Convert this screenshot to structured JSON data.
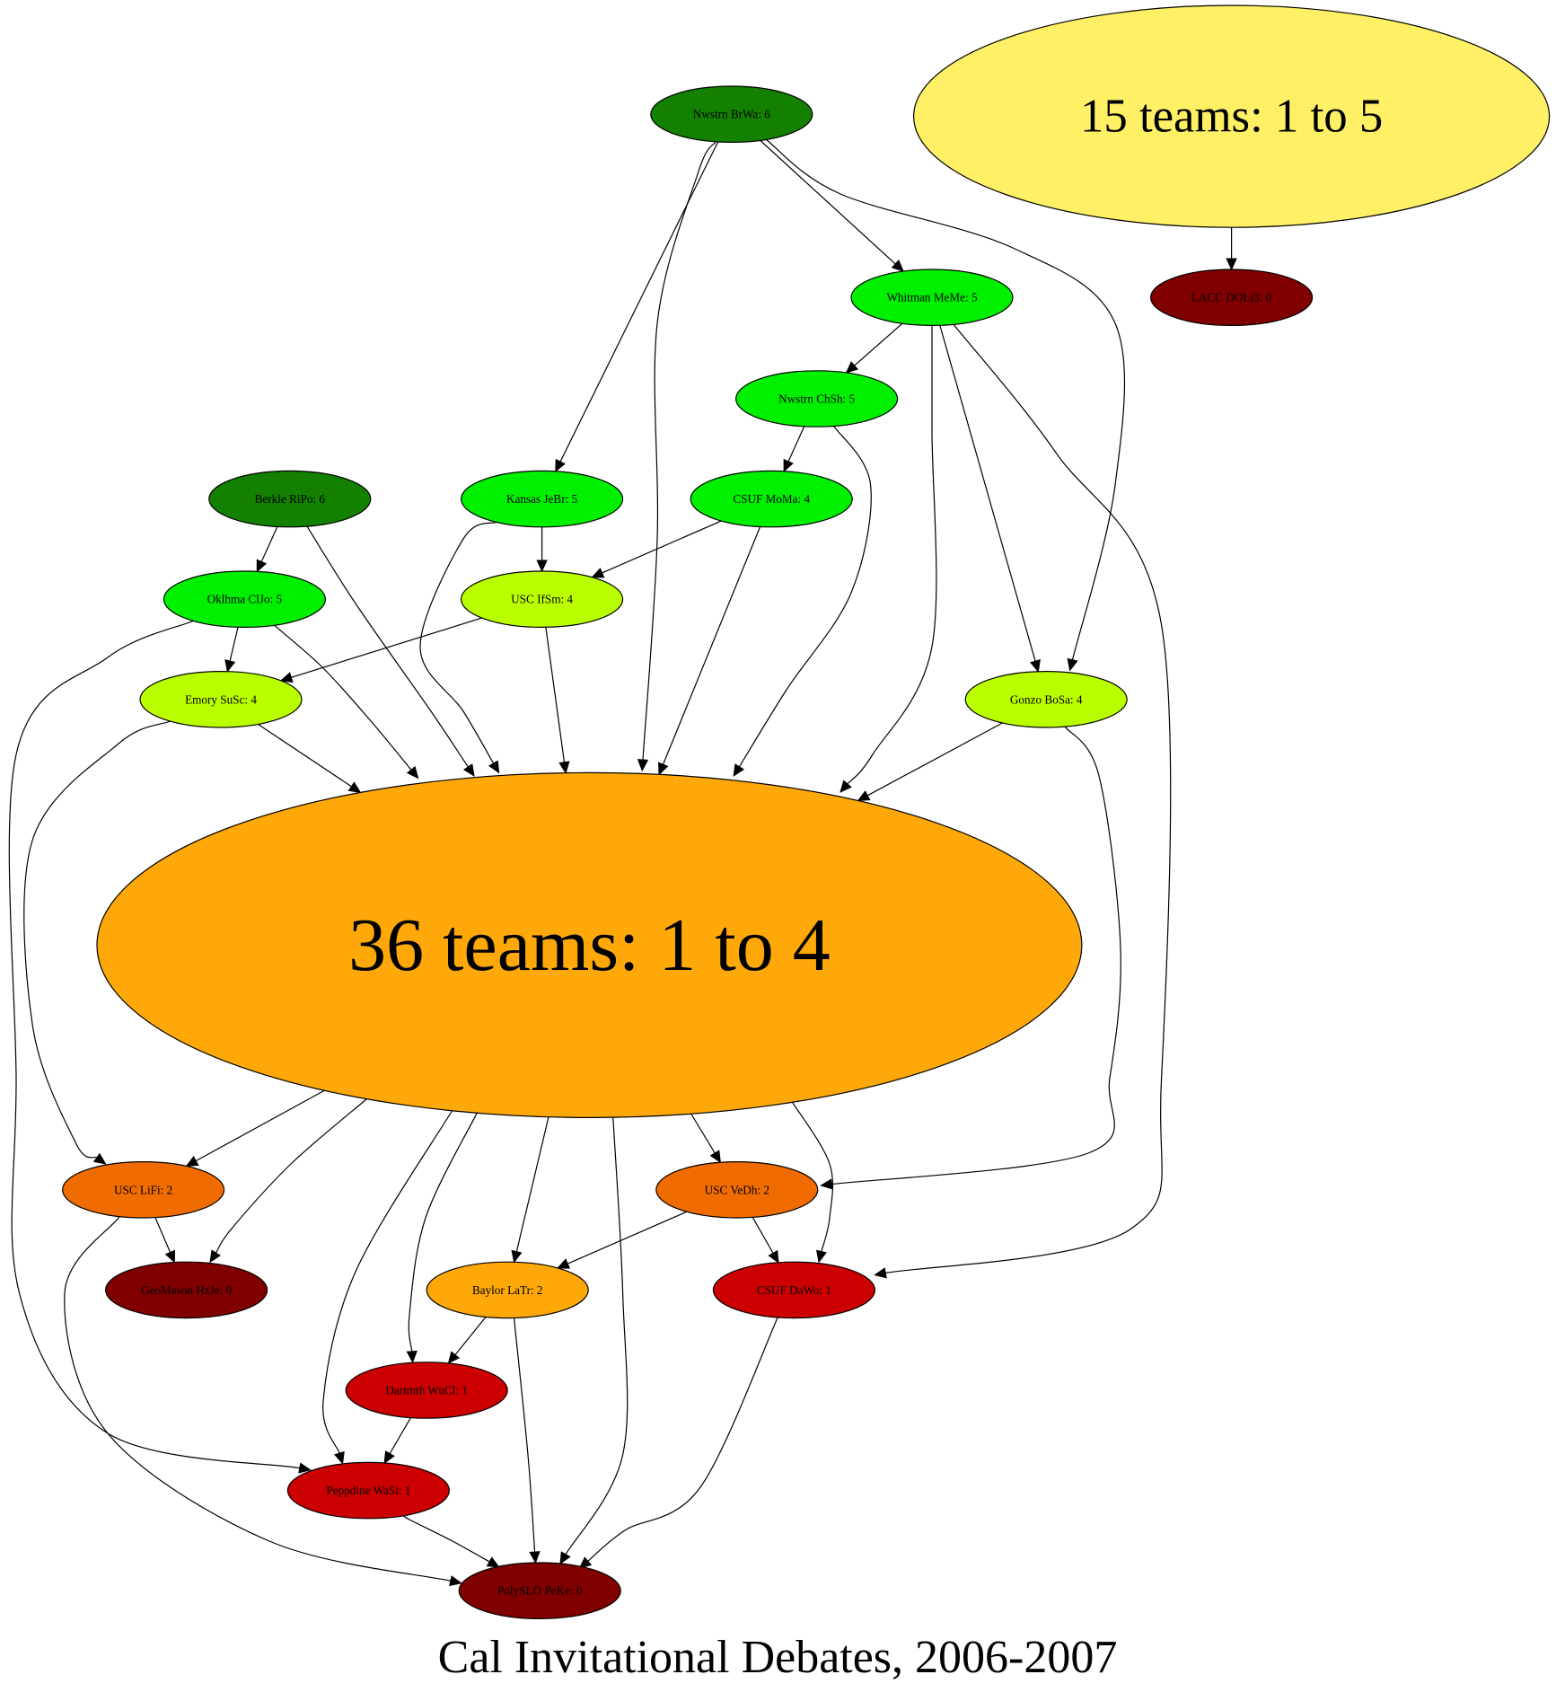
{
  "caption": "Cal Invitational Debates, 2006-2007",
  "colors": {
    "dark_green": "#138000",
    "green": "#00f000",
    "yellow_green": "#baff00",
    "yellow": "#fff066",
    "orange": "#ffa80a",
    "dark_orange": "#f06c00",
    "red": "#cc0000",
    "dark_red": "#800000"
  },
  "nodes": {
    "nwstrn_brwa": {
      "label": "Nwstrn BrWa: 6",
      "fill": "#138000"
    },
    "teams15": {
      "label": "15 teams: 1 to 5",
      "fill": "#fff066"
    },
    "whitman_meme": {
      "label": "Whitman MeMe: 5",
      "fill": "#00f000"
    },
    "laccd_doli": {
      "label": "LACC DOLi3: 0",
      "fill": "#800000"
    },
    "nwstrn_chsh": {
      "label": "Nwstrn ChSh: 5",
      "fill": "#00f000"
    },
    "berkle_ripo": {
      "label": "Berkle RiPo: 6",
      "fill": "#138000"
    },
    "kansas_jebr": {
      "label": "Kansas JeBr: 5",
      "fill": "#00f000"
    },
    "csuf_moma": {
      "label": "CSUF MoMa: 4",
      "fill": "#00f000"
    },
    "oklhma_cljo": {
      "label": "Oklhma ClJo: 5",
      "fill": "#00f000"
    },
    "usc_ifsm": {
      "label": "USC IfSm: 4",
      "fill": "#baff00"
    },
    "emory_susc": {
      "label": "Emory SuSc: 4",
      "fill": "#baff00"
    },
    "gonzo_bosa": {
      "label": "Gonzo BoSa: 4",
      "fill": "#baff00"
    },
    "teams36": {
      "label": "36 teams: 1 to 4",
      "fill": "#ffa80a"
    },
    "usc_lifi": {
      "label": "USC LiFi: 2",
      "fill": "#f06c00"
    },
    "usc_vedh": {
      "label": "USC VeDh: 2",
      "fill": "#f06c00"
    },
    "geomason_hzle": {
      "label": "GeoMason HzJe: 0",
      "fill": "#800000"
    },
    "baylor_latr": {
      "label": "Baylor LaTr: 2",
      "fill": "#ffa80a"
    },
    "csuf_dawo": {
      "label": "CSUF DaWo: 1",
      "fill": "#cc0000"
    },
    "dartmth_wucl": {
      "label": "Dartmth WuCl: 1",
      "fill": "#cc0000"
    },
    "peppdine_wasi": {
      "label": "Peppdine WaSi: 1",
      "fill": "#cc0000"
    },
    "polyslo_peke": {
      "label": "PolySLO PeKe: 0",
      "fill": "#800000"
    }
  },
  "edges": [
    [
      "nwstrn_brwa",
      "kansas_jebr"
    ],
    [
      "nwstrn_brwa",
      "teams36"
    ],
    [
      "nwstrn_brwa",
      "whitman_meme"
    ],
    [
      "nwstrn_brwa",
      "gonzo_bosa"
    ],
    [
      "teams15",
      "laccd_doli"
    ],
    [
      "whitman_meme",
      "nwstrn_chsh"
    ],
    [
      "whitman_meme",
      "teams36"
    ],
    [
      "whitman_meme",
      "gonzo_bosa"
    ],
    [
      "whitman_meme",
      "csuf_dawo"
    ],
    [
      "nwstrn_chsh",
      "csuf_moma"
    ],
    [
      "nwstrn_chsh",
      "teams36"
    ],
    [
      "berkle_ripo",
      "oklhma_cljo"
    ],
    [
      "berkle_ripo",
      "teams36"
    ],
    [
      "kansas_jebr",
      "usc_ifsm"
    ],
    [
      "kansas_jebr",
      "teams36"
    ],
    [
      "csuf_moma",
      "usc_ifsm"
    ],
    [
      "csuf_moma",
      "teams36"
    ],
    [
      "oklhma_cljo",
      "emory_susc"
    ],
    [
      "oklhma_cljo",
      "teams36"
    ],
    [
      "oklhma_cljo",
      "peppdine_wasi"
    ],
    [
      "usc_ifsm",
      "emory_susc"
    ],
    [
      "usc_ifsm",
      "teams36"
    ],
    [
      "emory_susc",
      "teams36"
    ],
    [
      "emory_susc",
      "usc_lifi"
    ],
    [
      "gonzo_bosa",
      "teams36"
    ],
    [
      "gonzo_bosa",
      "usc_vedh"
    ],
    [
      "teams36",
      "usc_lifi"
    ],
    [
      "teams36",
      "geomason_hzle"
    ],
    [
      "teams36",
      "peppdine_wasi"
    ],
    [
      "teams36",
      "dartmth_wucl"
    ],
    [
      "teams36",
      "baylor_latr"
    ],
    [
      "teams36",
      "polyslo_peke"
    ],
    [
      "teams36",
      "usc_vedh"
    ],
    [
      "teams36",
      "csuf_dawo"
    ],
    [
      "usc_lifi",
      "geomason_hzle"
    ],
    [
      "usc_lifi",
      "polyslo_peke"
    ],
    [
      "usc_vedh",
      "baylor_latr"
    ],
    [
      "usc_vedh",
      "csuf_dawo"
    ],
    [
      "baylor_latr",
      "dartmth_wucl"
    ],
    [
      "baylor_latr",
      "polyslo_peke"
    ],
    [
      "dartmth_wucl",
      "peppdine_wasi"
    ],
    [
      "peppdine_wasi",
      "polyslo_peke"
    ],
    [
      "csuf_dawo",
      "polyslo_peke"
    ]
  ]
}
